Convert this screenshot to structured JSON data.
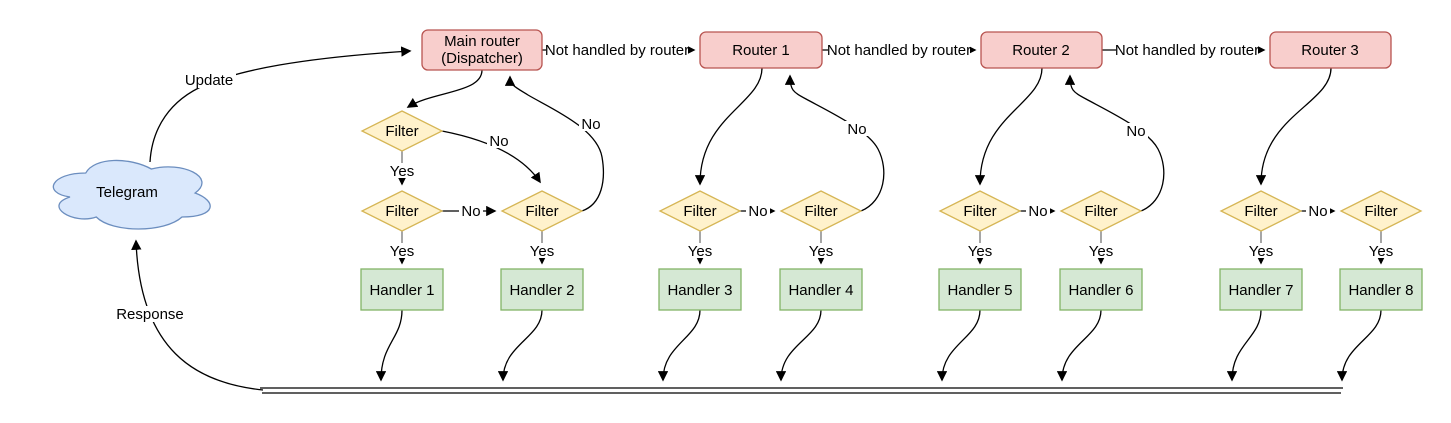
{
  "cloud_label": "Telegram",
  "main_router": {
    "line1": "Main router",
    "line2": "(Dispatcher)"
  },
  "routers": [
    "Router 1",
    "Router 2",
    "Router 3"
  ],
  "handlers": [
    "Handler 1",
    "Handler 2",
    "Handler 3",
    "Handler 4",
    "Handler 5",
    "Handler 6",
    "Handler 7",
    "Handler 8"
  ],
  "labels": {
    "filter": "Filter",
    "yes": "Yes",
    "no": "No",
    "not_handled": "Not handled by router",
    "update": "Update",
    "response": "Response"
  },
  "colors": {
    "router_fill": "#f8cecc",
    "router_stroke": "#b85450",
    "filter_fill": "#fff2cc",
    "filter_stroke": "#d6b656",
    "handler_fill": "#d5e8d4",
    "handler_stroke": "#82b366",
    "cloud_fill": "#dae8fc",
    "cloud_stroke": "#6c8ebf",
    "edge": "#000000",
    "yes_stub": "#757575"
  }
}
